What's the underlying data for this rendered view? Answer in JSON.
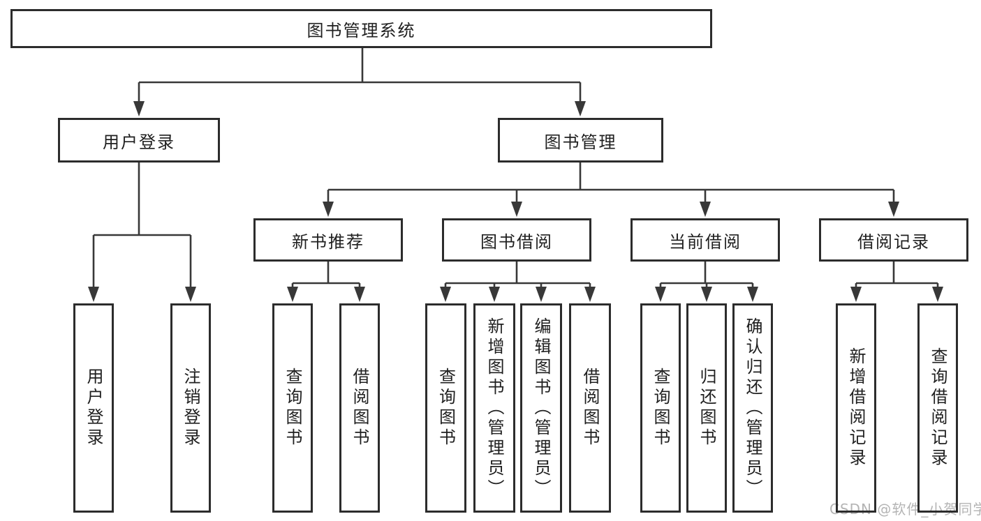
{
  "diagram": {
    "root": {
      "label": "图书管理系统"
    },
    "branches": [
      {
        "label": "用户登录",
        "children": [
          {
            "label": "用户登录"
          },
          {
            "label": "注销登录"
          }
        ]
      },
      {
        "label": "图书管理",
        "children": [
          {
            "label": "新书推荐",
            "children": [
              {
                "label": "查询图书"
              },
              {
                "label": "借阅图书"
              }
            ]
          },
          {
            "label": "图书借阅",
            "children": [
              {
                "label": "查询图书"
              },
              {
                "label": "新增图书（管理员）"
              },
              {
                "label": "编辑图书（管理员）"
              },
              {
                "label": "借阅图书"
              }
            ]
          },
          {
            "label": "当前借阅",
            "children": [
              {
                "label": "查询图书"
              },
              {
                "label": "归还图书"
              },
              {
                "label": "确认归还（管理员）"
              }
            ]
          },
          {
            "label": "借阅记录",
            "children": [
              {
                "label": "新增借阅记录"
              },
              {
                "label": "查询借阅记录"
              }
            ]
          }
        ]
      }
    ]
  },
  "watermark": {
    "text": "CSDN @软件_小贺同学"
  },
  "colors": {
    "line": "#383838",
    "box_border": "#2c2c2c",
    "text": "#1f1f1f",
    "watermark": "#b4b4b4",
    "background": "#ffffff"
  }
}
